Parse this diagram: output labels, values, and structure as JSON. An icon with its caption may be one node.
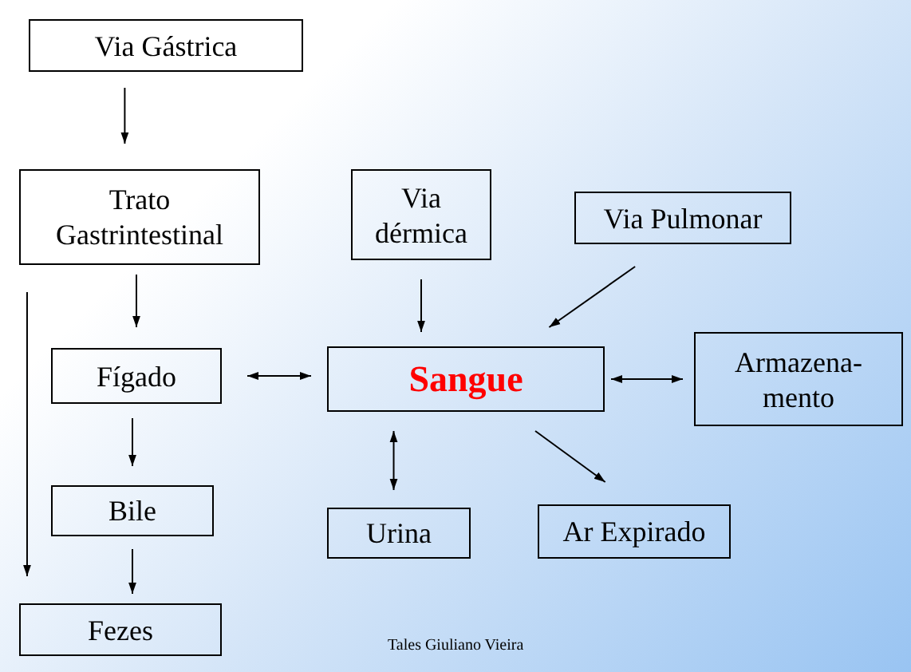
{
  "diagram": {
    "nodes": [
      {
        "text": [
          "Via Gástrica"
        ]
      },
      {
        "text": [
          "Trato Gastrintestinal"
        ]
      },
      {
        "text": [
          "Via dérmica"
        ]
      },
      {
        "text": [
          "Via Pulmonar"
        ]
      },
      {
        "text": [
          "Fígado"
        ]
      },
      {
        "text": [
          "Sangue"
        ]
      },
      {
        "text": [
          "Armazena-mento"
        ]
      },
      {
        "text": [
          "Bile"
        ]
      },
      {
        "text": [
          "Urina"
        ]
      },
      {
        "text": [
          "Ar Expirado"
        ]
      },
      {
        "text": [
          "Fezes"
        ]
      }
    ],
    "edges": [
      {
        "from": 0,
        "to": 1,
        "arrow": "to"
      },
      {
        "from": 1,
        "to": 4,
        "arrow": "to"
      },
      {
        "from": 1,
        "to": 10,
        "arrow": "to"
      },
      {
        "from": 2,
        "to": 5,
        "arrow": "to"
      },
      {
        "from": 3,
        "to": 5,
        "arrow": "to"
      },
      {
        "from": 4,
        "to": 5,
        "arrow": "both"
      },
      {
        "from": 5,
        "to": 6,
        "arrow": "both"
      },
      {
        "from": 4,
        "to": 7,
        "arrow": "to"
      },
      {
        "from": 7,
        "to": 10,
        "arrow": "to"
      },
      {
        "from": 5,
        "to": 8,
        "arrow": "both"
      },
      {
        "from": 5,
        "to": 9,
        "arrow": "to"
      }
    ],
    "labels": [
      "Tales Giuliano Vieira"
    ]
  }
}
